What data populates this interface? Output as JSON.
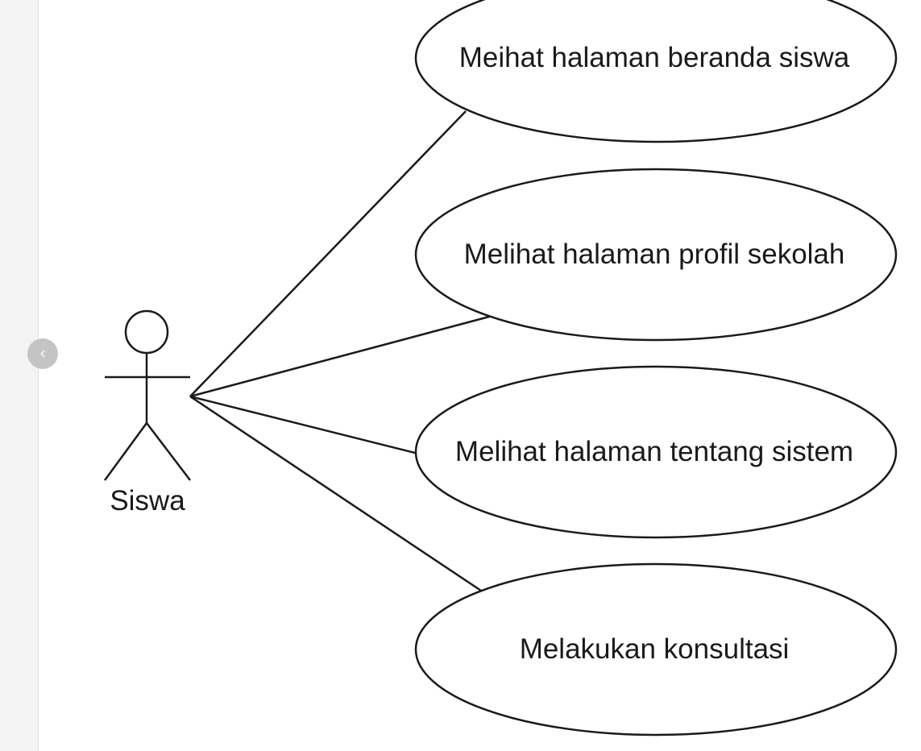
{
  "sidebar": {
    "collapse_icon": "chevron-left-icon",
    "collapse_glyph": "‹"
  },
  "diagram": {
    "actor": {
      "name": "Siswa"
    },
    "use_cases": [
      {
        "label": "Meihat halaman beranda siswa"
      },
      {
        "label": "Melihat halaman profil sekolah"
      },
      {
        "label": "Melihat halaman tentang sistem"
      },
      {
        "label": "Melakukan konsultasi"
      }
    ],
    "colors": {
      "stroke": "#1a1a1a",
      "fill": "#ffffff"
    }
  }
}
